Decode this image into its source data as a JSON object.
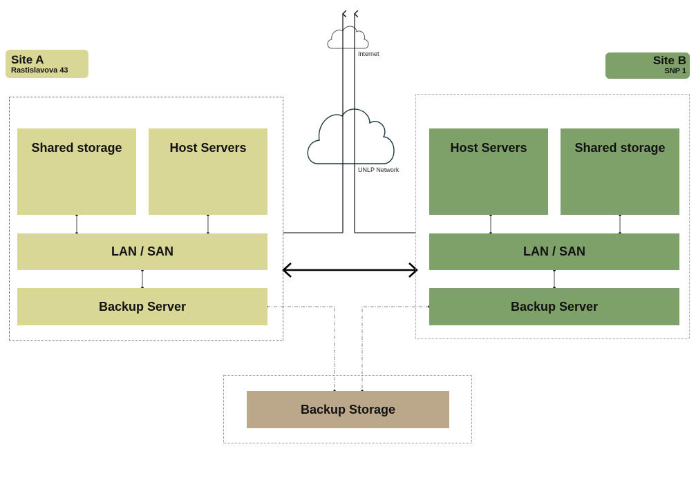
{
  "internet": {
    "label": "Internet",
    "icon": "cloud-icon"
  },
  "unlp_network": {
    "label": "UNLP Network",
    "icon": "cloud-icon"
  },
  "site_a": {
    "title": "Site A",
    "subtitle": "Rastislavova 43",
    "color": "#d9d796",
    "shared_storage": "Shared storage",
    "host_servers": "Host Servers",
    "lan_san": "LAN / SAN",
    "backup_server": "Backup Server"
  },
  "site_b": {
    "title": "Site B",
    "subtitle": "SNP 1",
    "color": "#7ea16a",
    "host_servers": "Host Servers",
    "shared_storage": "Shared storage",
    "lan_san": "LAN / SAN",
    "backup_server": "Backup Server"
  },
  "backup_storage": {
    "label": "Backup Storage",
    "color": "#bba88b"
  }
}
